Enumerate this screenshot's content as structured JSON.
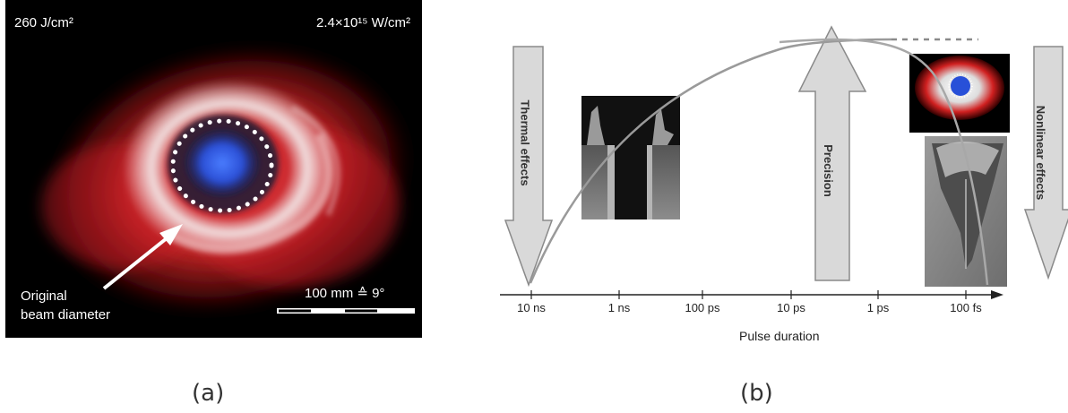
{
  "panel_a": {
    "fluence": "260 J/cm²",
    "intensity": "2.4×10¹⁵ W/cm²",
    "annotation_line1": "Original",
    "annotation_line2": "beam diameter",
    "scale": "100 mm ≙ 9°",
    "caption": "(a)"
  },
  "panel_b": {
    "labels": {
      "thermal": "Thermal effects",
      "precision": "Precision",
      "nonlinear": "Nonlinear effects"
    },
    "axis_title": "Pulse duration",
    "ticks": [
      "10 ns",
      "1 ns",
      "100 ps",
      "10 ps",
      "1 ps",
      "100 fs"
    ],
    "caption": "(b)"
  },
  "colors": {
    "arrow_fill": "#d9d9d9",
    "arrow_stroke": "#8a8a8a",
    "curve": "#9a9a9a"
  }
}
